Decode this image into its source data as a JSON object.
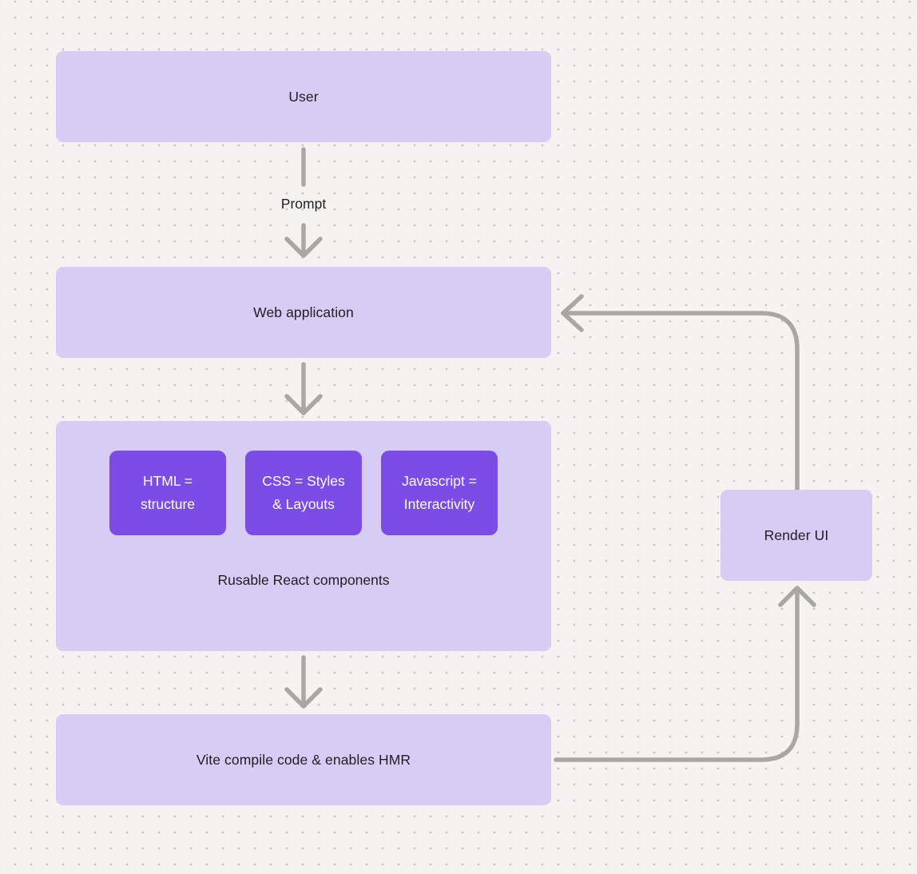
{
  "diagram": {
    "nodes": {
      "user": {
        "label": "User"
      },
      "web_application": {
        "label": "Web application"
      },
      "components": {
        "label": "Rusable React components",
        "items": [
          {
            "line1": "HTML =",
            "line2": "structure"
          },
          {
            "line1": "CSS = Styles",
            "line2": "& Layouts"
          },
          {
            "line1": "Javascript =",
            "line2": "Interactivity"
          }
        ]
      },
      "vite": {
        "label": "Vite compile code & enables HMR"
      },
      "render_ui": {
        "label": "Render UI"
      }
    },
    "edges": {
      "prompt_label": "Prompt"
    },
    "colors": {
      "background": "#f4f3f2",
      "dot_grid": "#c9c6c3",
      "node_light": "#d7ccf4",
      "node_dark": "#7b4ce6",
      "connector": "#a9a6a3",
      "text_dark": "#1f1e23",
      "text_light": "#ffffff"
    }
  }
}
